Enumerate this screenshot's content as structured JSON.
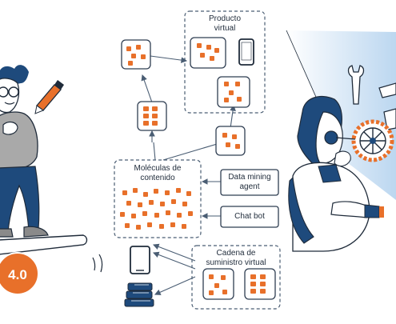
{
  "colors": {
    "accent_orange": "#e8702a",
    "navy": "#1e4a7c",
    "ink": "#1f2b3a",
    "box_stroke": "#4a5d73",
    "card_stroke": "#2f3e52",
    "light_blue": "#cfe3f5"
  },
  "nodes": {
    "producto_virtual": {
      "label": "Producto\nvirtual"
    },
    "moleculas": {
      "label": "Moléculas de\ncontenido"
    },
    "cadena": {
      "label": "Cadena de\nsuministro virtual"
    },
    "data_mining": {
      "label": "Data mining\nagent"
    },
    "chat_bot": {
      "label": "Chat bot"
    }
  },
  "badge": {
    "text": "4.0"
  },
  "icons": [
    "tablet-icon",
    "books-icon",
    "wrench-icon",
    "gear-wheel-icon",
    "pencil-icon"
  ]
}
